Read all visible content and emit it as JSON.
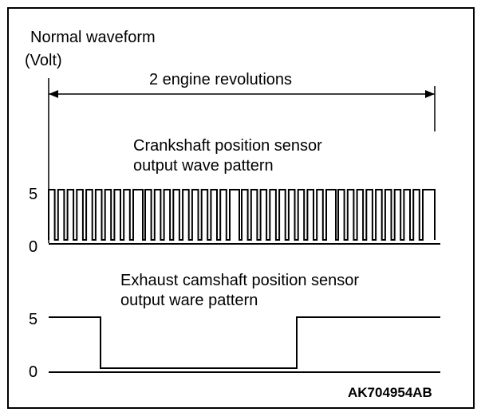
{
  "diagram": {
    "title": "Normal waveform",
    "unit_label": "(Volt)",
    "span_label": "2 engine revolutions",
    "code": "AK704954AB",
    "line_color": "#000000",
    "background": "#ffffff",
    "crank": {
      "caption_line1": "Crankshaft position sensor",
      "caption_line2": "output wave pattern",
      "high_label": "5",
      "low_label": "0",
      "pulses_per_group": 9,
      "groups": 4
    },
    "cam": {
      "caption_line1": "Exhaust camshaft position sensor",
      "caption_line2": "output ware pattern",
      "high_label": "5",
      "low_label": "0"
    }
  }
}
